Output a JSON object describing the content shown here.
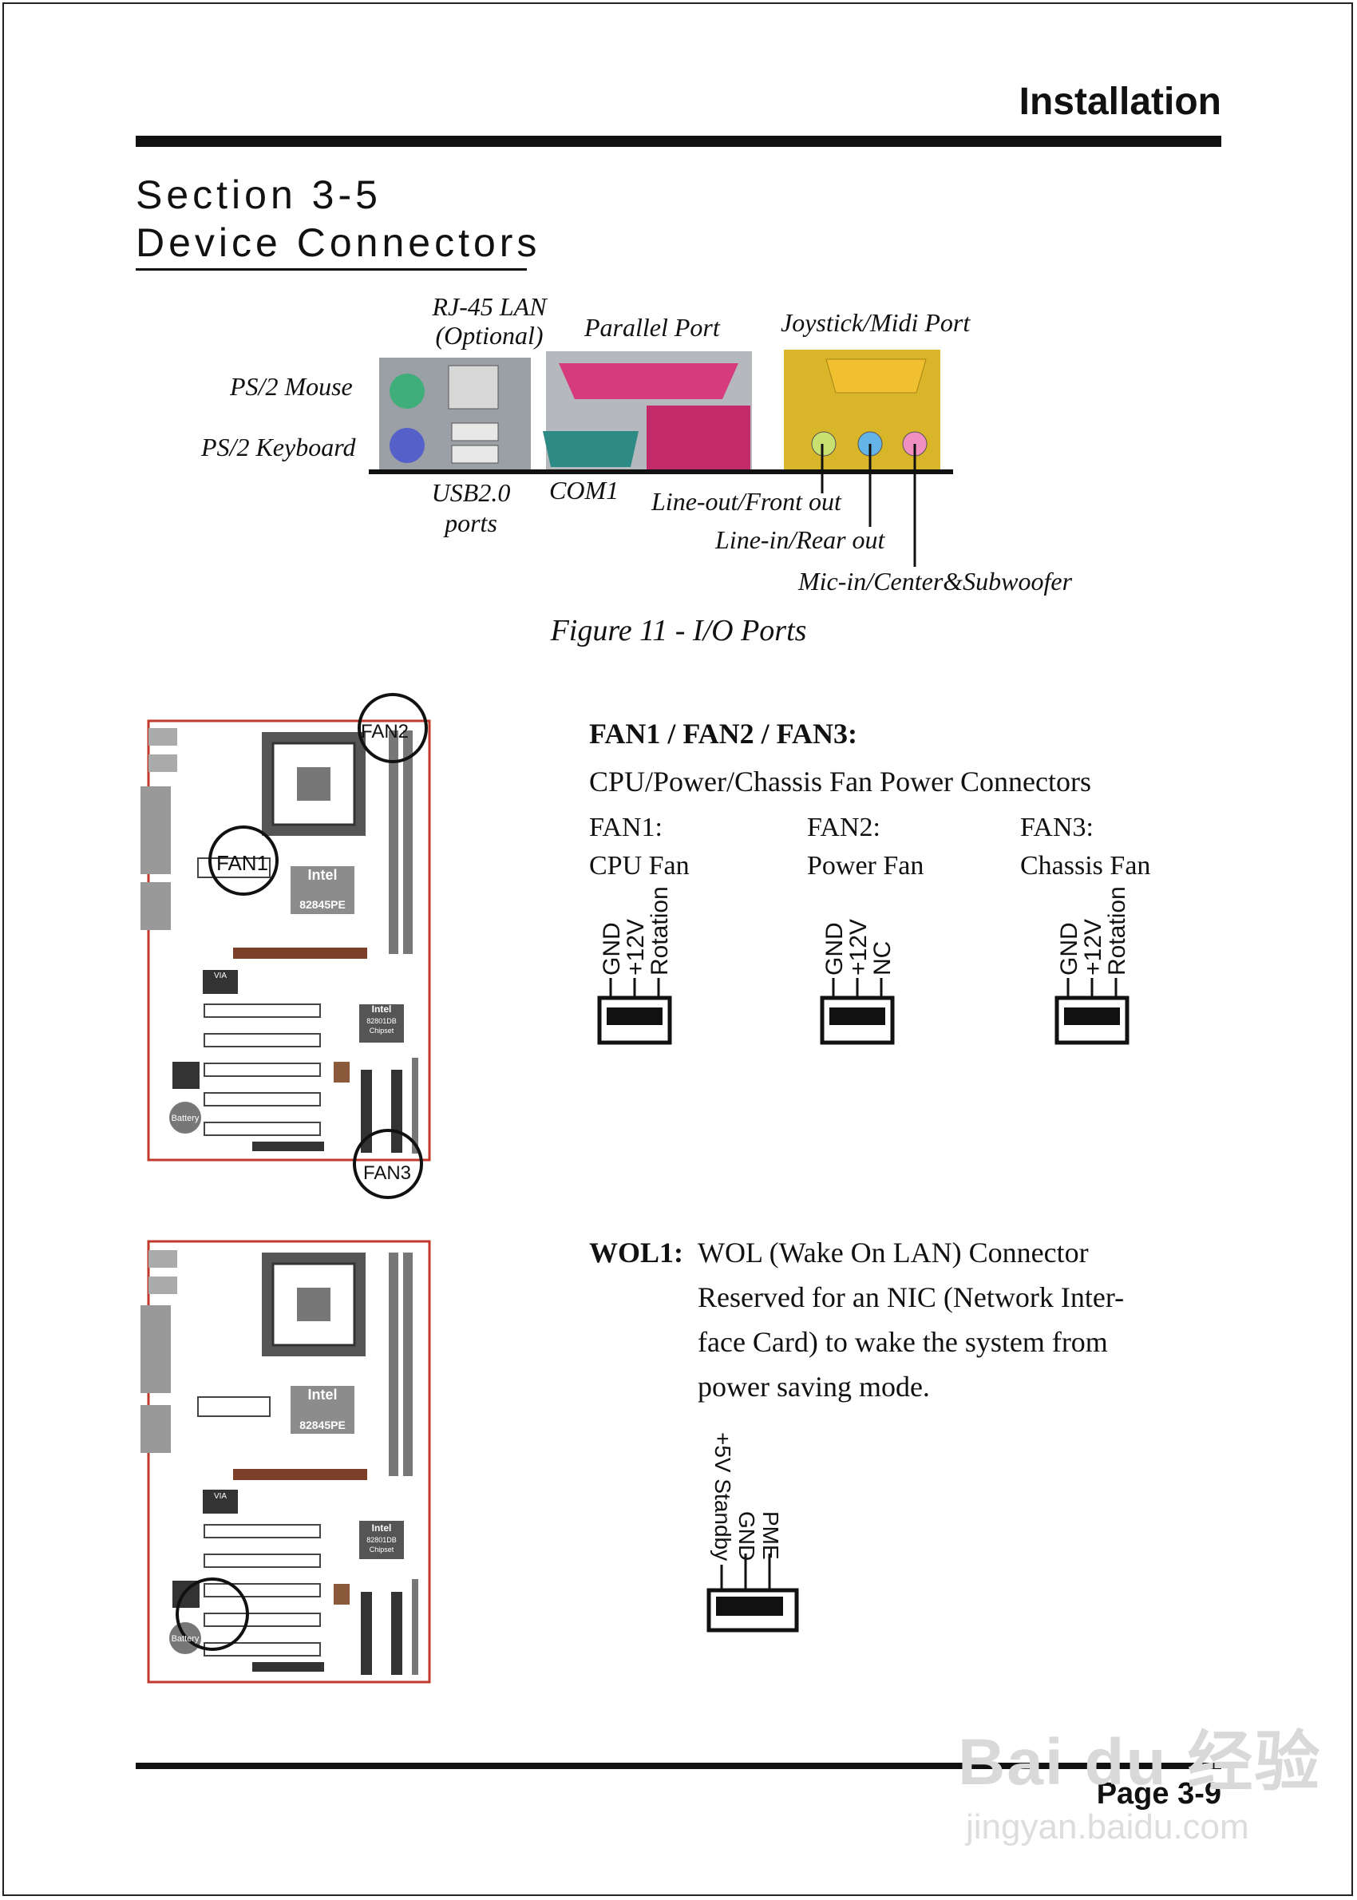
{
  "header": {
    "title": "Installation"
  },
  "section": {
    "line1": "Section 3-5",
    "line2": "Device Connectors"
  },
  "io_figure": {
    "labels": {
      "rj45_line1": "RJ-45 LAN",
      "rj45_line2": "(Optional)",
      "parallel": "Parallel Port",
      "joystick": "Joystick/Midi Port",
      "ps2_mouse": "PS/2 Mouse",
      "ps2_keyboard": "PS/2 Keyboard",
      "usb_line1": "USB2.0",
      "usb_line2": "ports",
      "com1": "COM1",
      "line_out": "Line-out/Front out",
      "line_in": "Line-in/Rear out",
      "mic_in": "Mic-in/Center&Subwoofer"
    },
    "caption": "Figure 11 - I/O Ports"
  },
  "board_labels": {
    "fan1": "FAN1",
    "fan2": "FAN2",
    "fan3": "FAN3",
    "intel": "Intel",
    "mch": "82845PE",
    "ich": "82801DB",
    "ich_sub": "Chipset",
    "battery": "Battery",
    "via": "VIA"
  },
  "fan_section": {
    "title": "FAN1 / FAN2 / FAN3:",
    "subtitle": "CPU/Power/Chassis Fan Power Connectors",
    "fans": [
      {
        "name": "FAN1:",
        "desc": "CPU Fan",
        "pins": [
          "GND",
          "+12V",
          "Rotation"
        ]
      },
      {
        "name": "FAN2:",
        "desc": "Power Fan",
        "pins": [
          "GND",
          "+12V",
          "NC"
        ]
      },
      {
        "name": "FAN3:",
        "desc": "Chassis Fan",
        "pins": [
          "GND",
          "+12V",
          "Rotation"
        ]
      }
    ]
  },
  "wol_section": {
    "label": "WOL1:",
    "line1": "WOL (Wake On LAN) Connector",
    "line2": "Reserved for an NIC (Network Inter-",
    "line3": "face Card) to wake the system from",
    "line4": "power saving mode.",
    "pins": [
      "+5V Standby",
      "GND",
      "PME"
    ]
  },
  "footer": {
    "page": "Page 3-9"
  },
  "watermark": {
    "brand": "Bai du 经验",
    "url": "jingyan.baidu.com"
  },
  "colors": {
    "ink": "#111111",
    "board_outline": "#c0392b",
    "ps2_mouse": "#3fae7a",
    "ps2_keyboard": "#5560c8",
    "parallel": "#d63c7d",
    "com": "#2e8a84",
    "game": "#f0c030"
  }
}
